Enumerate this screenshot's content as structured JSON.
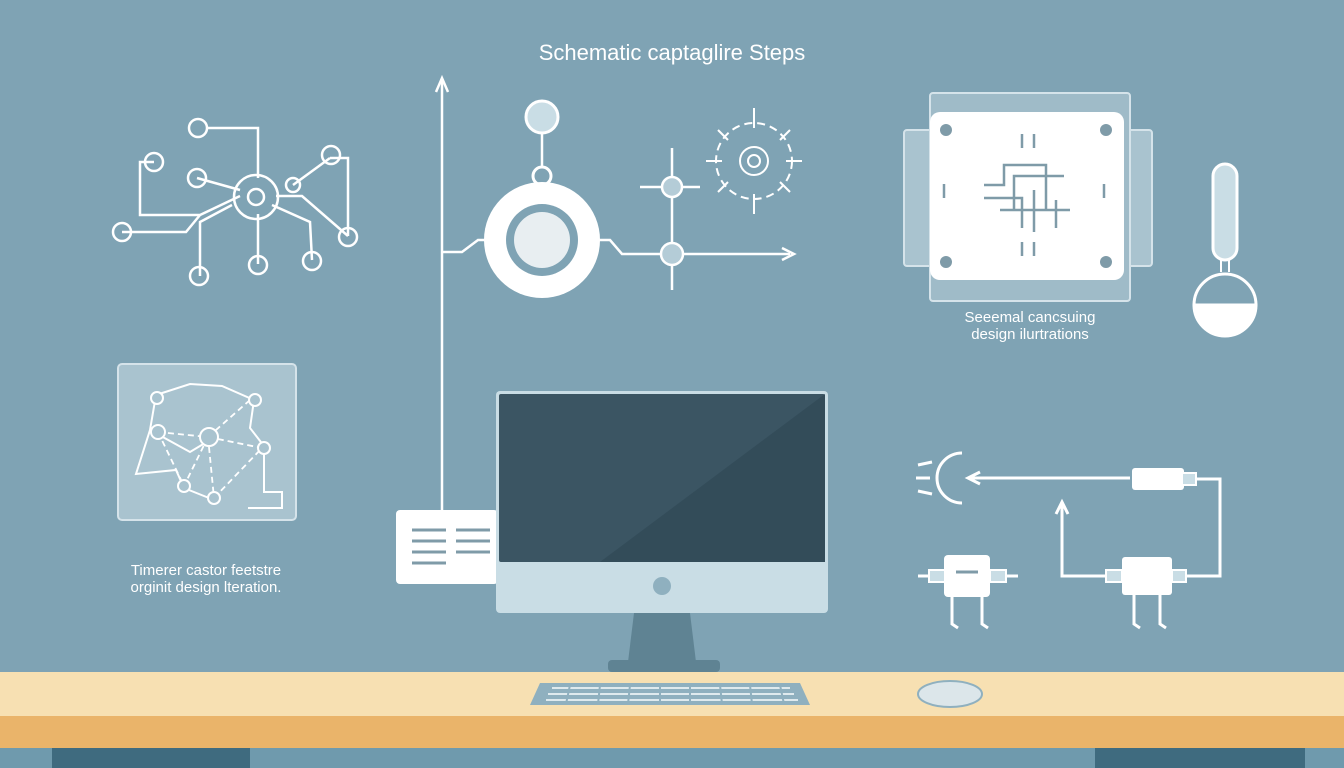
{
  "title": "Schematic captaglire Steps",
  "caption_right": {
    "line1": "Seeemal cancsuing",
    "line2": "design ilurtrations"
  },
  "caption_left": {
    "line1": "Timerer castor feetstre",
    "line2": "orginit design lteration."
  },
  "colors": {
    "background": "#7fa3b4",
    "line": "#ffffff",
    "desk_top": "#f7e0b2",
    "desk_edge": "#eab46a",
    "floor": "#3f6b7f",
    "screen": "#3b5563",
    "monitor_frame": "#c9dde5"
  },
  "icons": [
    "node-network-icon",
    "central-hub-icon",
    "target-crosshair-icon",
    "circuit-board-icon",
    "thermometer-icon",
    "dashed-network-card-icon",
    "document-card-icon",
    "monitor-icon",
    "keyboard-icon",
    "mouse-icon",
    "connector-plug-icon",
    "signal-arc-icon"
  ]
}
